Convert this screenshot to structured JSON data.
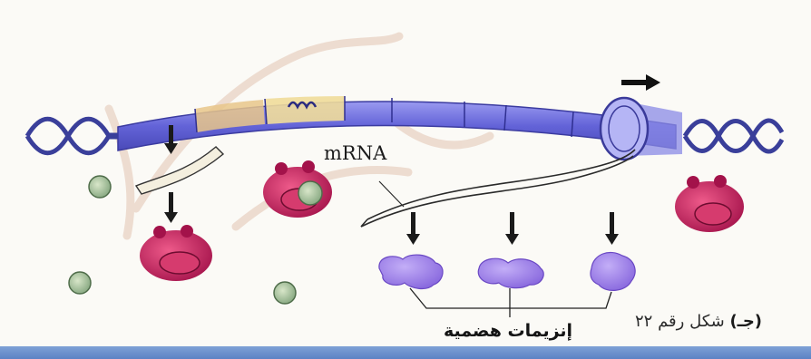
{
  "diagram": {
    "mrna_label": "mRNA",
    "enzymes_label": "إنزيمات هضمية",
    "figure_caption": {
      "number_text": "شكل رقم ٢٢",
      "part_tag": "(جـ)"
    }
  },
  "colors": {
    "dna_strand": "#3a3f9a",
    "chromatin": "#6f6fe0",
    "gene_highlight": "#e8c68a",
    "polymerase": "#8a8ae6",
    "repressor": "#c21d5a",
    "inducer": "#a6c49a",
    "enzyme": "#9a7ae8",
    "bottom_bar": "#6b8fcf"
  }
}
